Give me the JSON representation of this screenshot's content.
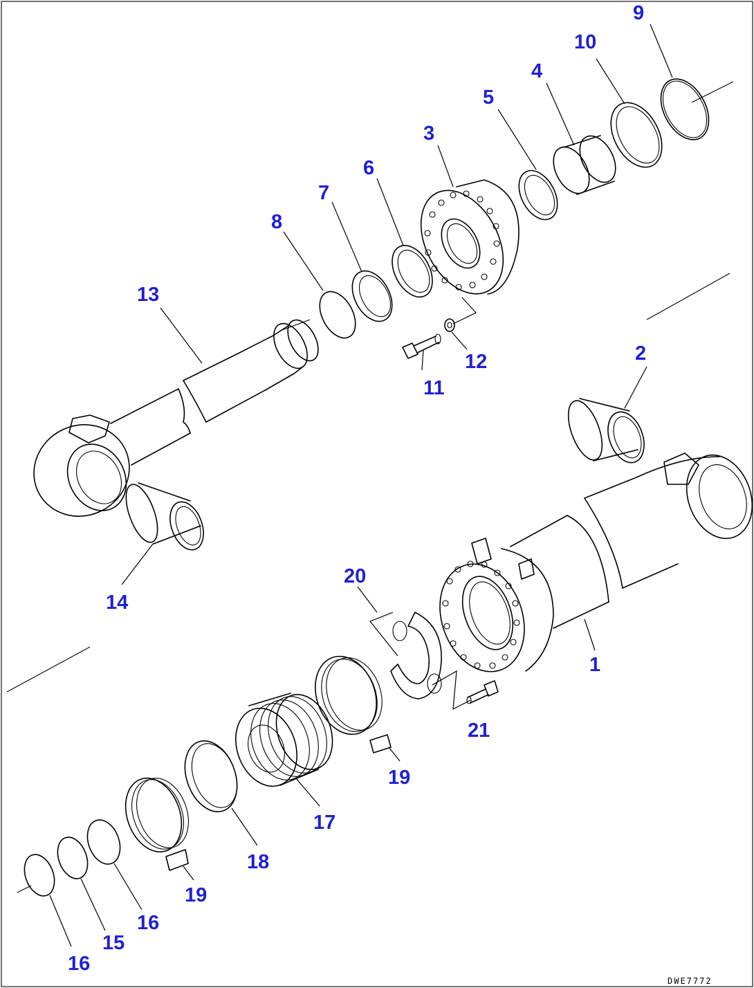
{
  "diagram": {
    "drawing_code": "DWE7772",
    "callouts": [
      {
        "id": "c1",
        "text": "1"
      },
      {
        "id": "c2",
        "text": "2"
      },
      {
        "id": "c3",
        "text": "3"
      },
      {
        "id": "c4",
        "text": "4"
      },
      {
        "id": "c5",
        "text": "5"
      },
      {
        "id": "c6",
        "text": "6"
      },
      {
        "id": "c7",
        "text": "7"
      },
      {
        "id": "c8",
        "text": "8"
      },
      {
        "id": "c9",
        "text": "9"
      },
      {
        "id": "c10",
        "text": "10"
      },
      {
        "id": "c11",
        "text": "11"
      },
      {
        "id": "c12",
        "text": "12"
      },
      {
        "id": "c13",
        "text": "13"
      },
      {
        "id": "c14",
        "text": "14"
      },
      {
        "id": "c15",
        "text": "15"
      },
      {
        "id": "c16a",
        "text": "16"
      },
      {
        "id": "c16b",
        "text": "16"
      },
      {
        "id": "c17",
        "text": "17"
      },
      {
        "id": "c18",
        "text": "18"
      },
      {
        "id": "c19a",
        "text": "19"
      },
      {
        "id": "c19b",
        "text": "19"
      },
      {
        "id": "c20",
        "text": "20"
      },
      {
        "id": "c21",
        "text": "21"
      }
    ],
    "colors": {
      "callout": "#1f1fd8",
      "line": "#000000",
      "background": "#ffffff"
    }
  }
}
